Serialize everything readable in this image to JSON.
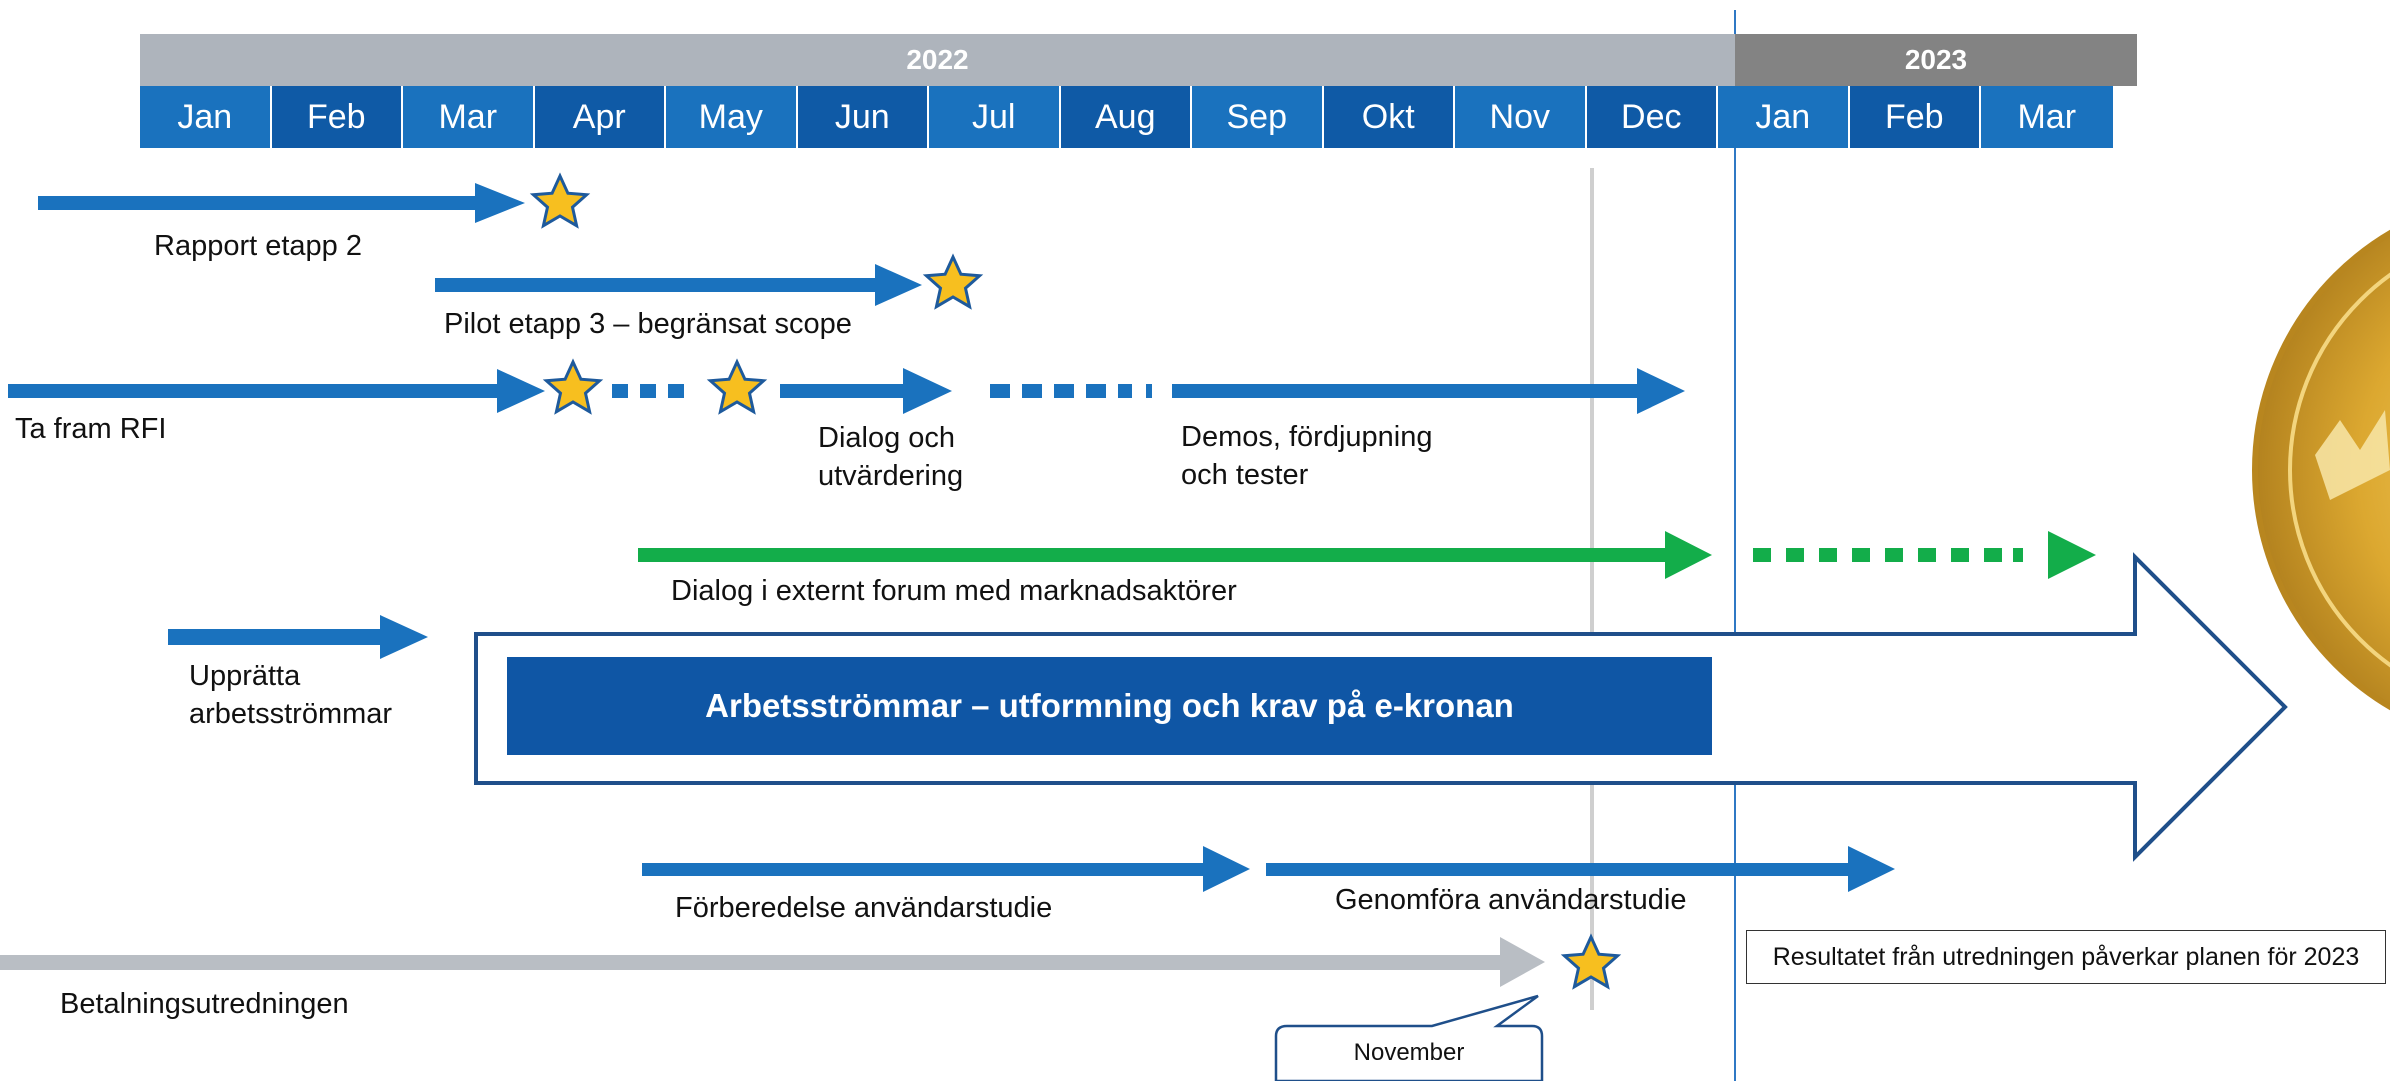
{
  "years": {
    "y2022": "2022",
    "y2023": "2023"
  },
  "months": [
    "Jan",
    "Feb",
    "Mar",
    "Apr",
    "May",
    "Jun",
    "Jul",
    "Aug",
    "Sep",
    "Okt",
    "Nov",
    "Dec",
    "Jan",
    "Feb",
    "Mar"
  ],
  "labels": {
    "rapport": "Rapport etapp 2",
    "pilot": "Pilot etapp 3 – begränsat scope",
    "rfi": "Ta fram RFI",
    "dialog_utv": "Dialog och\nutvärdering",
    "demos": "Demos, fördjupning\noch tester",
    "dialog_forum": "Dialog i externt forum med marknadsaktörer",
    "upprätta": "Upprätta\narbetsströmmar",
    "forberedelse": "Förberedelse användarstudie",
    "genomfora": "Genomföra användarstudie",
    "betalning": "Betalningsutredningen"
  },
  "workstreams_box": "Arbetsströmmar – utformning och krav på e-kronan",
  "result_note": "Resultatet från utredningen påverkar planen för 2023",
  "callout": "November",
  "colors": {
    "blue": "#1a72be",
    "dark_blue": "#0f56a5",
    "green": "#13ad4a",
    "grey": "#b9bec4",
    "star_fill": "#f7bf1f",
    "star_stroke": "#1e5a9c",
    "coin": "#d9a42a"
  },
  "icons": [
    "star-icon",
    "coin-icon"
  ]
}
